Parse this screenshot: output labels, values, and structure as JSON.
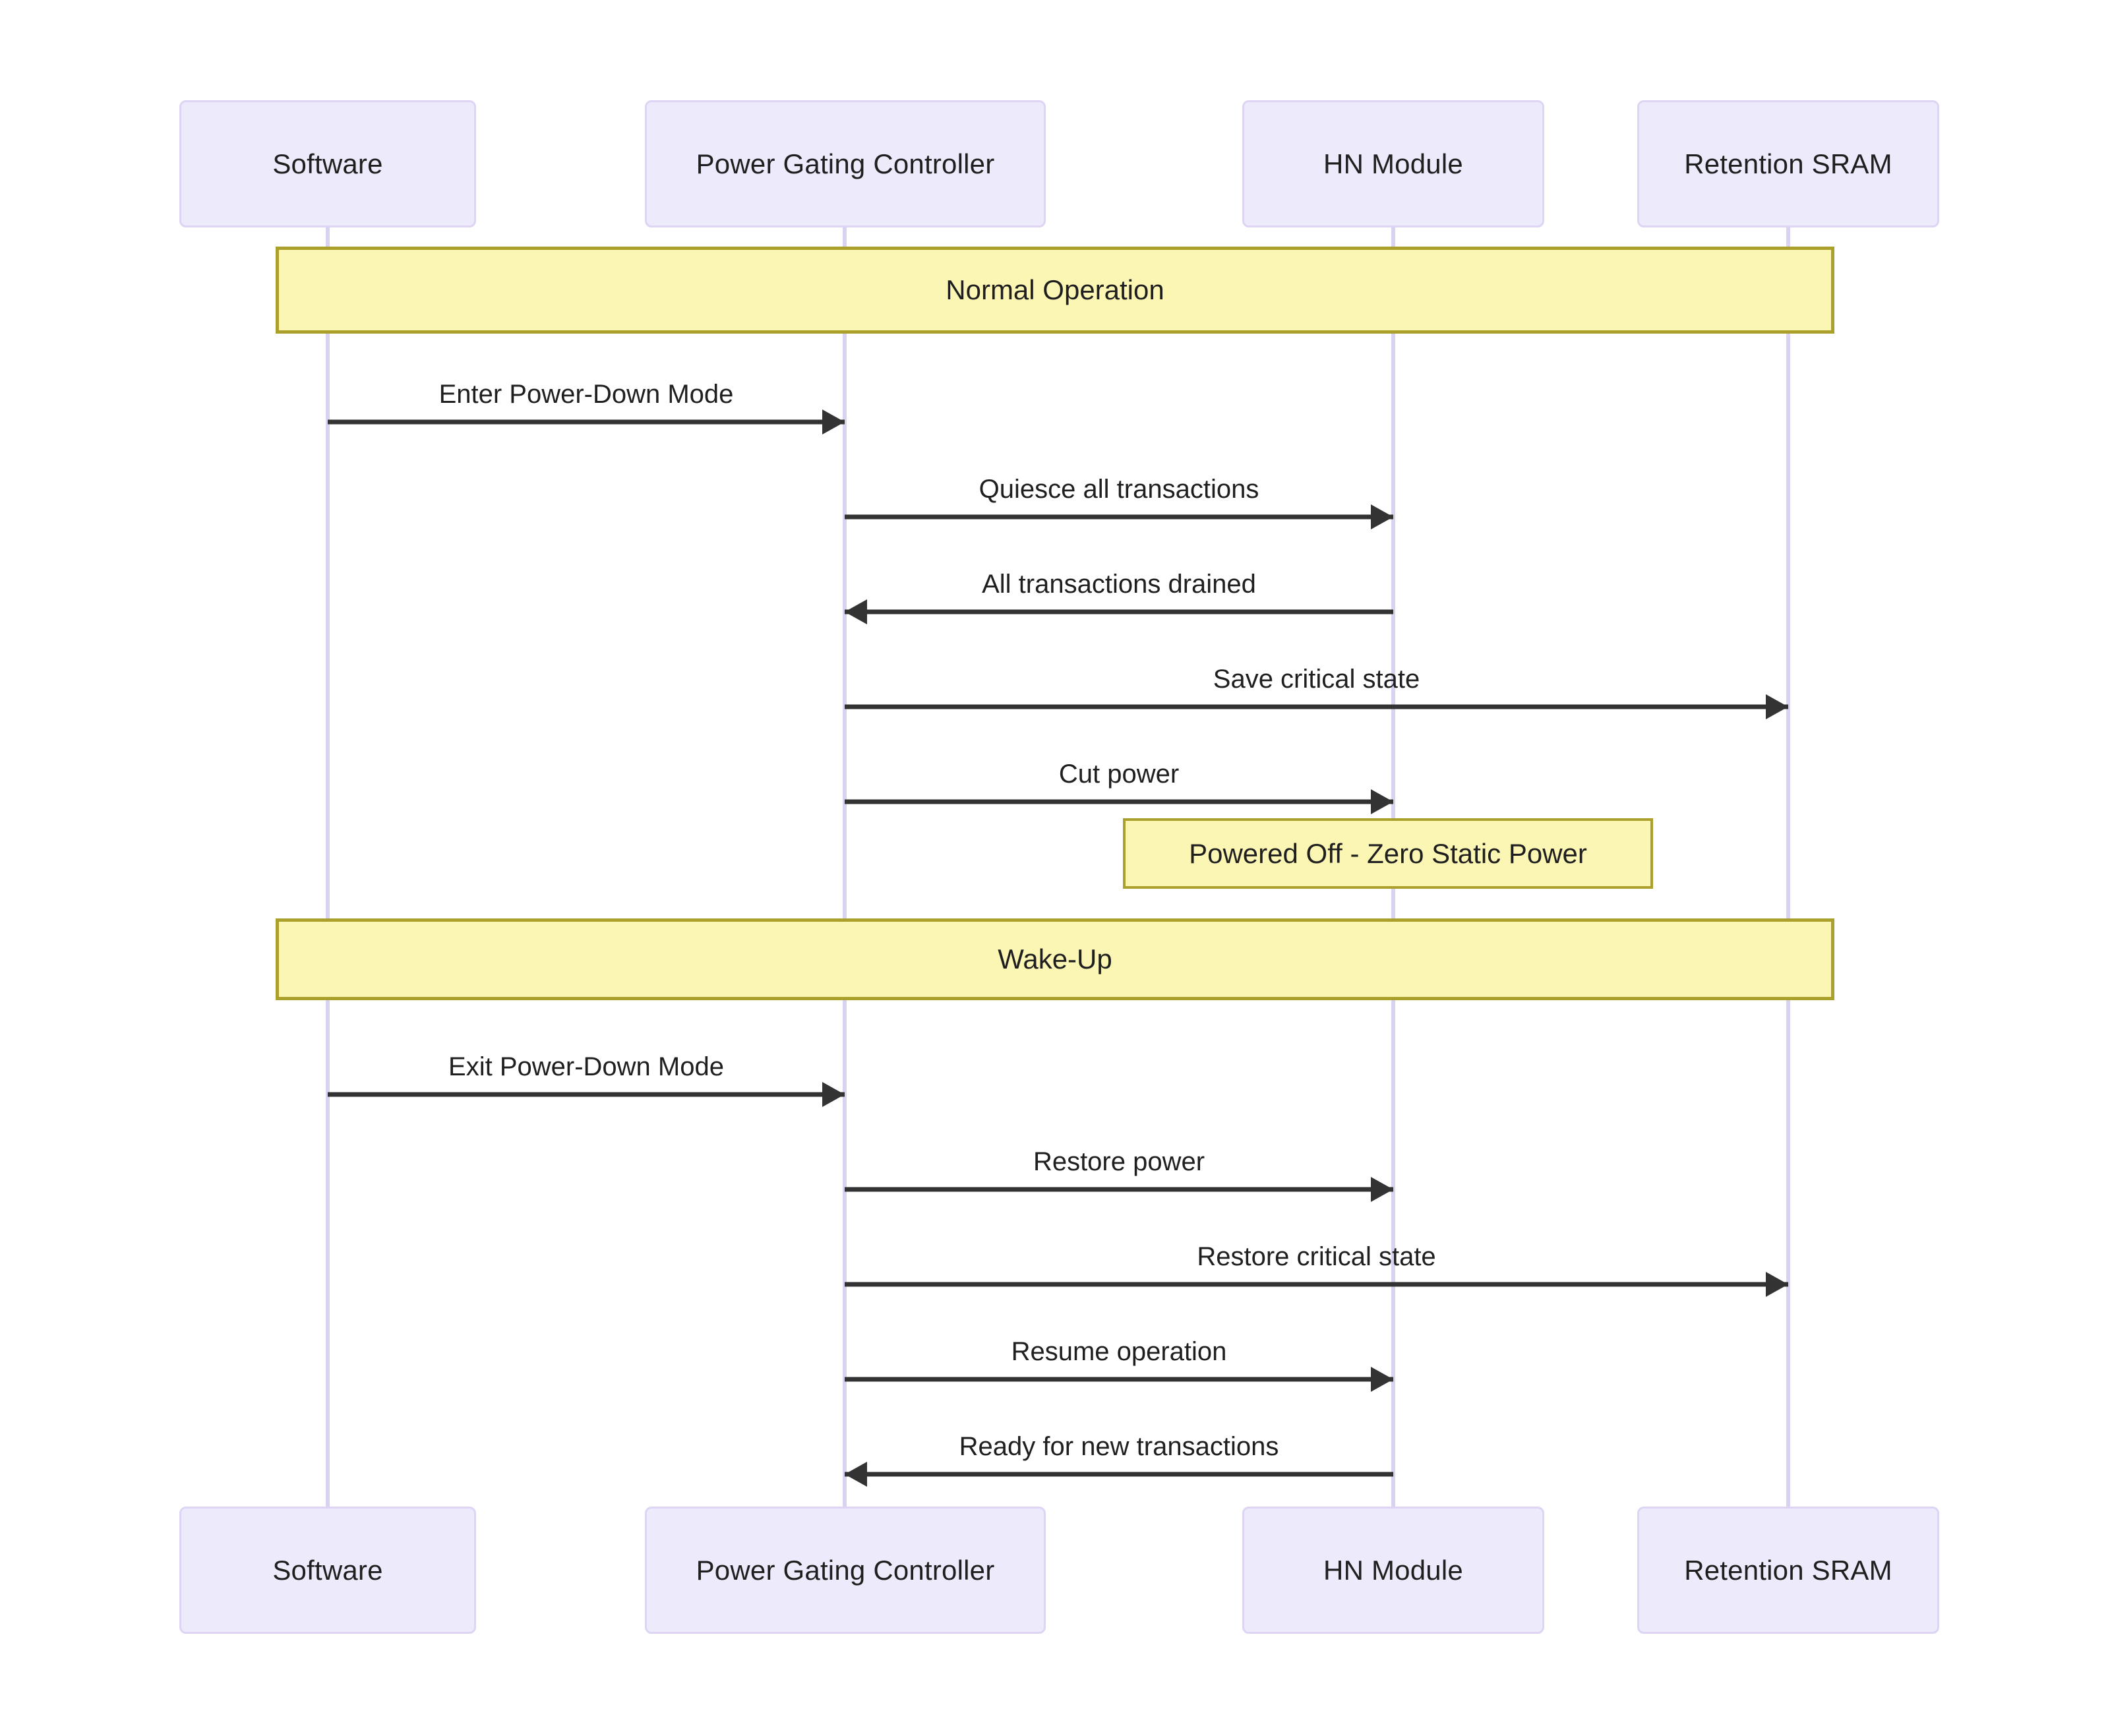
{
  "diagram": {
    "type": "sequence-diagram",
    "title": "Power Gating / Power-Down and Wake-Up Sequence",
    "colors": {
      "participant_fill": "#eceafb",
      "participant_border": "#ddd5f3",
      "lifeline": "#d9d2f0",
      "banner_fill": "#fcf6b5",
      "banner_border": "#aca02c",
      "note_fill": "#fcf6b5",
      "note_border": "#aca02c",
      "arrow": "#333333",
      "background": "#ffffff"
    }
  },
  "participants": [
    {
      "id": "software",
      "label": "Software"
    },
    {
      "id": "pgc",
      "label": "Power Gating Controller"
    },
    {
      "id": "hn",
      "label": "HN Module"
    },
    {
      "id": "sram",
      "label": "Retention SRAM"
    }
  ],
  "participants_bottom": [
    {
      "id": "software",
      "label": "Software"
    },
    {
      "id": "pgc",
      "label": "Power Gating Controller"
    },
    {
      "id": "hn",
      "label": "HN Module"
    },
    {
      "id": "sram",
      "label": "Retention SRAM"
    }
  ],
  "sections": [
    {
      "id": "normal-operation",
      "label": "Normal Operation"
    },
    {
      "id": "wake-up",
      "label": "Wake-Up"
    }
  ],
  "messages": [
    {
      "id": "m1",
      "label": "Enter Power-Down Mode",
      "from": "software",
      "to": "pgc",
      "direction": "right"
    },
    {
      "id": "m2",
      "label": "Quiesce all transactions",
      "from": "pgc",
      "to": "hn",
      "direction": "right"
    },
    {
      "id": "m3",
      "label": "All transactions drained",
      "from": "hn",
      "to": "pgc",
      "direction": "left"
    },
    {
      "id": "m4",
      "label": "Save critical state",
      "from": "pgc",
      "to": "sram",
      "direction": "right"
    },
    {
      "id": "m5",
      "label": "Cut power",
      "from": "pgc",
      "to": "hn",
      "direction": "right"
    },
    {
      "id": "m6",
      "label": "Exit Power-Down Mode",
      "from": "software",
      "to": "pgc",
      "direction": "right"
    },
    {
      "id": "m7",
      "label": "Restore power",
      "from": "pgc",
      "to": "hn",
      "direction": "right"
    },
    {
      "id": "m8",
      "label": "Restore critical state",
      "from": "pgc",
      "to": "sram",
      "direction": "right"
    },
    {
      "id": "m9",
      "label": "Resume operation",
      "from": "pgc",
      "to": "hn",
      "direction": "right"
    },
    {
      "id": "m10",
      "label": "Ready for new transactions",
      "from": "hn",
      "to": "pgc",
      "direction": "left"
    }
  ],
  "notes": [
    {
      "id": "n1",
      "label": "Powered Off - Zero Static Power",
      "over": "hn"
    }
  ]
}
